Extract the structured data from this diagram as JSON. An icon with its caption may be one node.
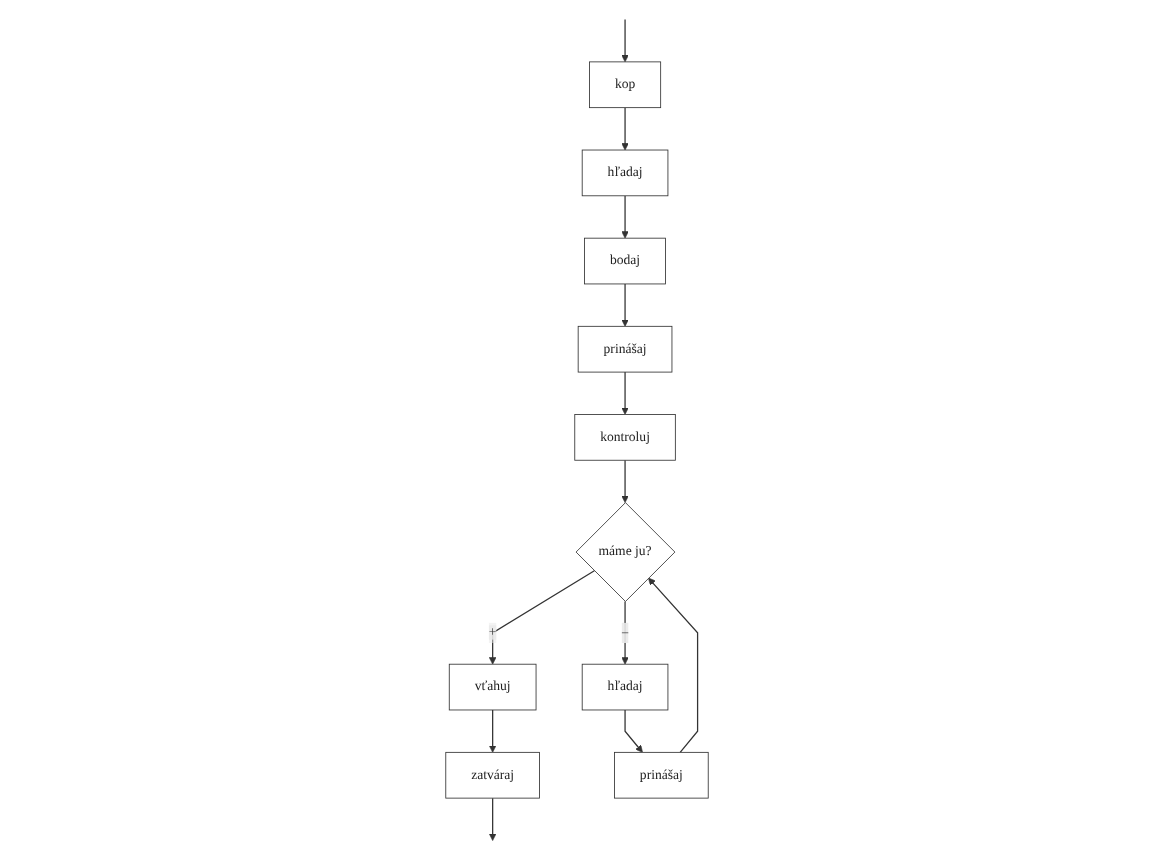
{
  "diagram": {
    "nodes": [
      {
        "text": [
          "kop"
        ]
      },
      {
        "text": [
          "hľadaj"
        ]
      },
      {
        "text": [
          "bodaj"
        ]
      },
      {
        "text": [
          "prinášaj"
        ]
      },
      {
        "text": [
          "kontroluj"
        ]
      },
      {
        "text": [
          "máme ju?"
        ]
      },
      {
        "text": [
          "vťahuj"
        ]
      },
      {
        "text": [
          "zatváraj"
        ]
      },
      {
        "text": [
          "hľadaj"
        ]
      },
      {
        "text": [
          "prinášaj"
        ]
      }
    ],
    "edges": [
      {
        "from": null,
        "to": 0,
        "arrow": "to"
      },
      {
        "from": 0,
        "to": 1,
        "arrow": "to"
      },
      {
        "from": 1,
        "to": 2,
        "arrow": "to"
      },
      {
        "from": 2,
        "to": 3,
        "arrow": "to"
      },
      {
        "from": 3,
        "to": 4,
        "arrow": "to"
      },
      {
        "from": 4,
        "to": 5,
        "arrow": "to"
      },
      {
        "from": 5,
        "to": 6,
        "label": "+",
        "arrow": "to"
      },
      {
        "from": 6,
        "to": 7,
        "arrow": "to"
      },
      {
        "from": 7,
        "to": null,
        "arrow": "to"
      },
      {
        "from": 5,
        "to": 8,
        "label": "–",
        "arrow": "to"
      },
      {
        "from": 8,
        "to": 9,
        "arrow": "to"
      },
      {
        "from": 9,
        "to": 5,
        "arrow": "to"
      }
    ]
  }
}
